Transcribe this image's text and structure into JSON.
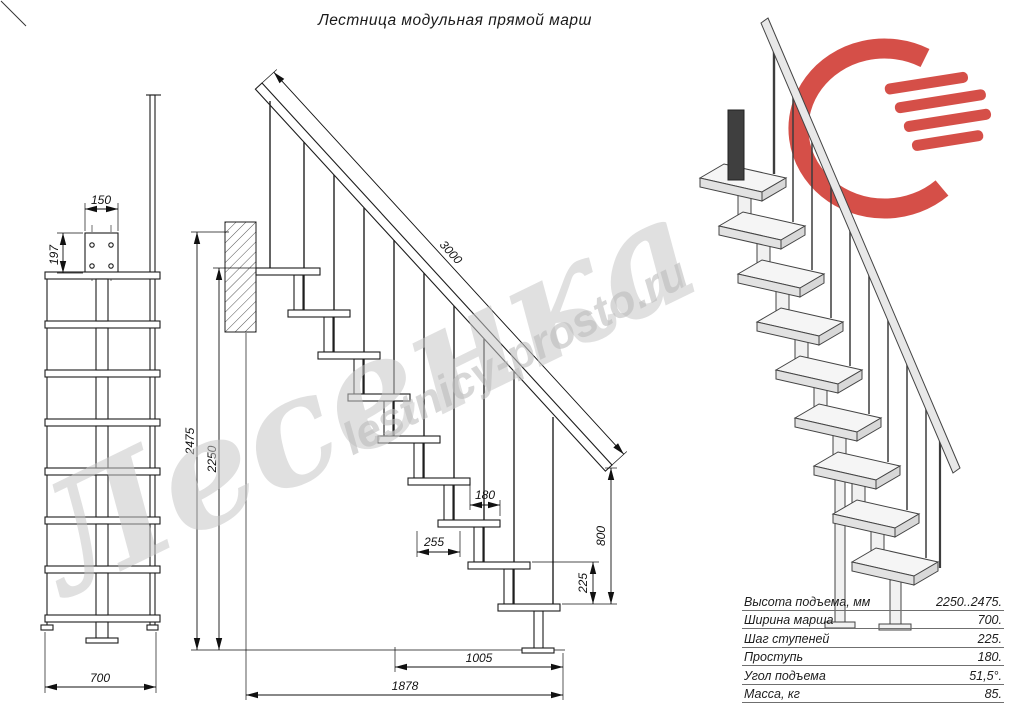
{
  "title": "Лестница модульная прямой марш",
  "watermarks": {
    "brand": "Лесенка",
    "site": "lestnicy-prosto.ru"
  },
  "colors": {
    "accent_red": "#d2423b",
    "drawing_line": "#1d1d1d",
    "watermark_gray": "#c7c7c7"
  },
  "front_view": {
    "dim_plate_width": "150",
    "dim_plate_height": "197",
    "dim_march_width": "700"
  },
  "side_view": {
    "dim_stringer_length": "3000",
    "dim_height_max": "2475",
    "dim_height_floor": "2250",
    "dim_tread_depth": "180",
    "dim_module_length": "255",
    "dim_rail_height": "800",
    "dim_step_rise": "225",
    "dim_run_lower": "1005",
    "dim_run_total": "1878"
  },
  "spec_table": {
    "rows": [
      {
        "label": "Высота подъема, мм",
        "value": "2250..2475."
      },
      {
        "label": "Ширина марша",
        "value": "700."
      },
      {
        "label": "Шаг ступеней",
        "value": "225."
      },
      {
        "label": "Проступь",
        "value": "180."
      },
      {
        "label": "Угол подъема",
        "value": "51,5°."
      },
      {
        "label": "Масса, кг",
        "value": "85."
      }
    ]
  }
}
